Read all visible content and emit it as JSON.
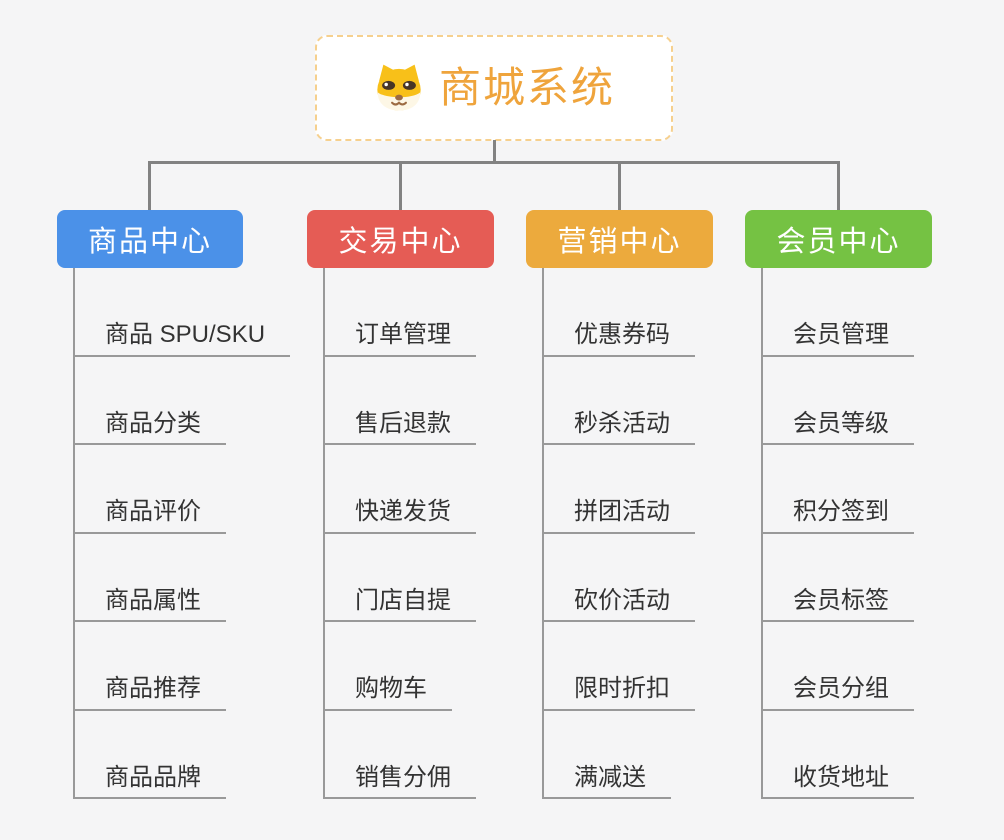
{
  "page": {
    "background": "#f5f5f6"
  },
  "root": {
    "title": "商城系统",
    "icon": "dog-face-icon",
    "title_color": "#efa43c",
    "border_color": "#f6d08e",
    "background": "#ffffff"
  },
  "connectors": {
    "tree_line_color": "#828282",
    "branch_line_color": "#999999"
  },
  "leaf_text_color": "#333333",
  "branches": [
    {
      "label": "商品中心",
      "color": "#4b91e8",
      "children": [
        "商品 SPU/SKU",
        "商品分类",
        "商品评价",
        "商品属性",
        "商品推荐",
        "商品品牌"
      ]
    },
    {
      "label": "交易中心",
      "color": "#e55c55",
      "children": [
        "订单管理",
        "售后退款",
        "快递发货",
        "门店自提",
        "购物车",
        "销售分佣"
      ]
    },
    {
      "label": "营销中心",
      "color": "#ecaa3d",
      "children": [
        "优惠券码",
        "秒杀活动",
        "拼团活动",
        "砍价活动",
        "限时折扣",
        "满减送"
      ]
    },
    {
      "label": "会员中心",
      "color": "#75c243",
      "children": [
        "会员管理",
        "会员等级",
        "积分签到",
        "会员标签",
        "会员分组",
        "收货地址"
      ]
    }
  ]
}
